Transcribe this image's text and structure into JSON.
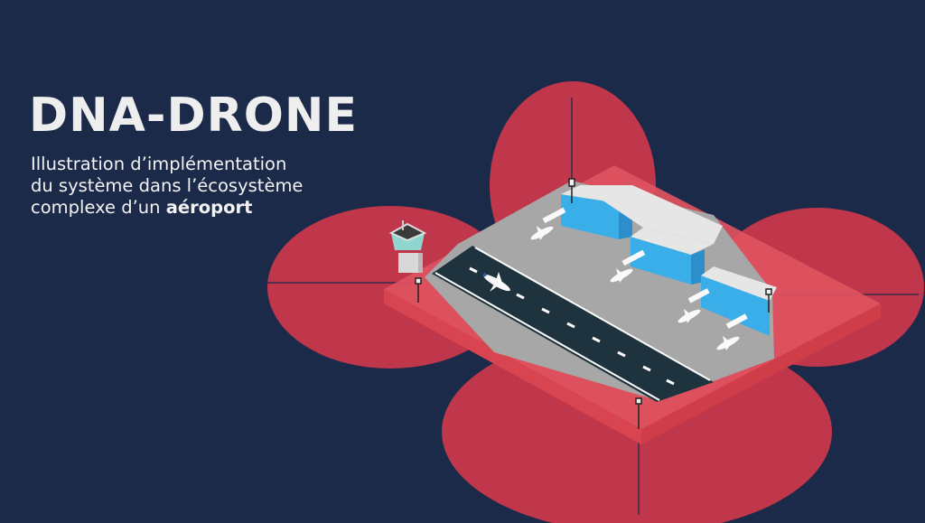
{
  "header": {
    "title": "DNA-DRONE",
    "subtitle_line1": "Illustration d’implémentation",
    "subtitle_line2": "du système dans l’écosystème",
    "subtitle_line3_prefix": "complexe d’un ",
    "subtitle_line3_bold": "aéroport"
  },
  "colors": {
    "background": "#1c2a4a",
    "coverage_zone": "#c0364a",
    "platform": "#e0525e",
    "apron": "#a7a7a7",
    "runway": "#1f333f",
    "terminal_glass": "#3aaee8"
  }
}
